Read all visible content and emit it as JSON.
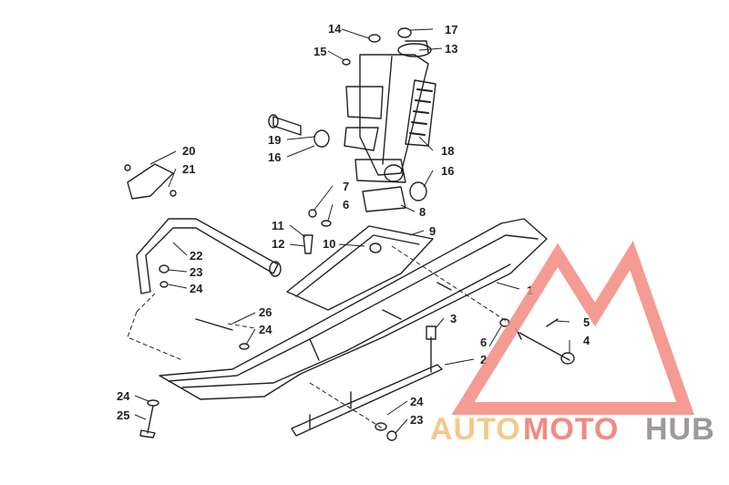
{
  "callouts": {
    "c1": "1",
    "c2": "2",
    "c3": "3",
    "c4": "4",
    "c5": "5",
    "c6a": "6",
    "c6b": "6",
    "c7": "7",
    "c8": "8",
    "c9": "9",
    "c10": "10",
    "c11": "11",
    "c12": "12",
    "c13": "13",
    "c14": "14",
    "c15": "15",
    "c16a": "16",
    "c16b": "16",
    "c17": "17",
    "c18": "18",
    "c19": "19",
    "c20": "20",
    "c21": "21",
    "c22": "22",
    "c23a": "23",
    "c23b": "23",
    "c24a": "24",
    "c24b": "24",
    "c24c": "24",
    "c24d": "24",
    "c25": "25",
    "c26": "26"
  },
  "watermark": {
    "part1": "AUTO",
    "part2": "MOTO",
    "part3": "HUB",
    "colors": {
      "triangle": "#f28a80",
      "auto": "#f5c98a",
      "moto": "#f28a80",
      "hub": "#9a9a9a"
    }
  }
}
